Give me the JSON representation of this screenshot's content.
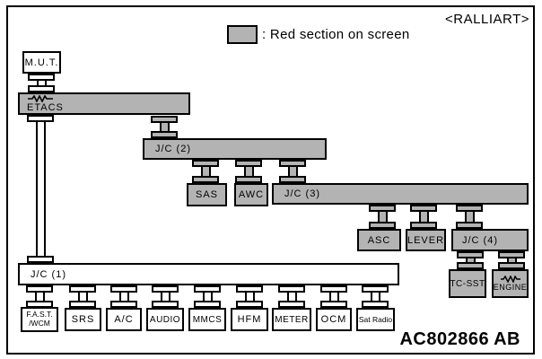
{
  "header": {
    "variant": "<RALLIART>"
  },
  "legend": {
    "text": ": Red section on screen"
  },
  "footer": {
    "code_main": "AC802866",
    "code_suffix": "AB"
  },
  "colors": {
    "red_section_fill": "#b3b3b3",
    "normal_fill": "#ffffff",
    "line": "#000000"
  },
  "nodes": {
    "mut": {
      "label": "M.U.T."
    },
    "etacs": {
      "label": "ETACS"
    },
    "jc2": {
      "label": "J/C (2)"
    },
    "sas": {
      "label": "SAS"
    },
    "awc": {
      "label": "AWC"
    },
    "jc3": {
      "label": "J/C (3)"
    },
    "asc": {
      "label": "ASC"
    },
    "lever": {
      "label": "LEVER"
    },
    "jc4": {
      "label": "J/C (4)"
    },
    "tcsst": {
      "label": "TC-SST"
    },
    "engine": {
      "label": "ENGINE"
    },
    "jc1": {
      "label": "J/C (1)"
    },
    "fast_wcm": {
      "line1": "F.A.S.T.",
      "line2": "/WCM"
    },
    "srs": {
      "label": "SRS"
    },
    "ac": {
      "label": "A/C"
    },
    "audio": {
      "label": "AUDIO"
    },
    "mmcs": {
      "label": "MMCS"
    },
    "hfm": {
      "label": "HFM"
    },
    "meter": {
      "label": "METER"
    },
    "ocm": {
      "label": "OCM"
    },
    "sat_radio": {
      "label": "Sat Radio"
    }
  }
}
